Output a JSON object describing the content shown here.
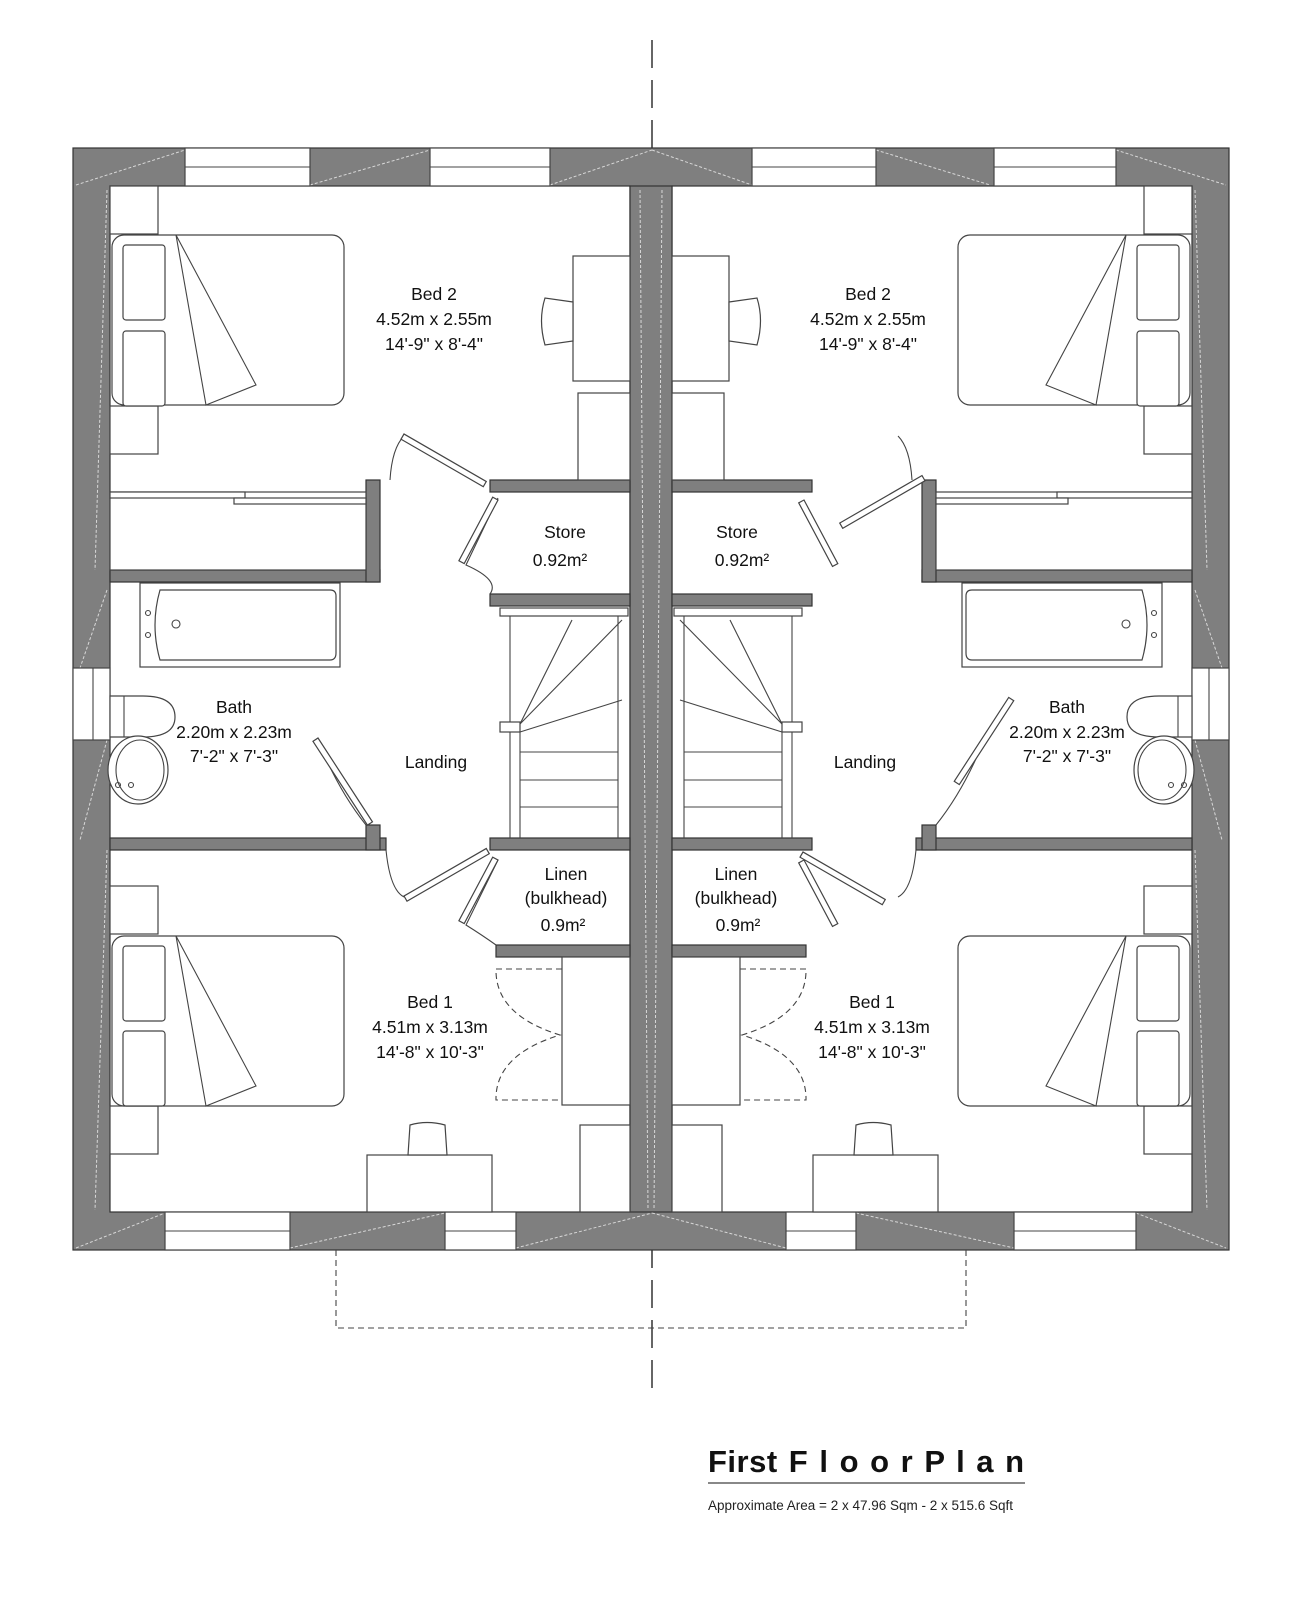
{
  "plan": {
    "title": "First F l o o r P l a n",
    "area_note": "Approximate Area = 2 x 47.96 Sqm - 2 x 515.6 Sqft",
    "wall_color": "#7f7f7f",
    "line_color": "#333333"
  },
  "units": {
    "left": {
      "bed2": {
        "name": "Bed 2",
        "metric": "4.52m x 2.55m",
        "imperial": "14'-9\" x 8'-4\""
      },
      "store": {
        "name": "Store",
        "area": "0.92m²"
      },
      "bath": {
        "name": "Bath",
        "metric": "2.20m x 2.23m",
        "imperial": "7'-2\" x 7'-3\""
      },
      "landing": {
        "name": "Landing"
      },
      "linen": {
        "name": "Linen",
        "sub": "(bulkhead)",
        "area": "0.9m²"
      },
      "bed1": {
        "name": "Bed 1",
        "metric": "4.51m x 3.13m",
        "imperial": "14'-8\" x 10'-3\""
      }
    },
    "right": {
      "bed2": {
        "name": "Bed 2",
        "metric": "4.52m x 2.55m",
        "imperial": "14'-9\" x 8'-4\""
      },
      "store": {
        "name": "Store",
        "area": "0.92m²"
      },
      "bath": {
        "name": "Bath",
        "metric": "2.20m x 2.23m",
        "imperial": "7'-2\" x 7'-3\""
      },
      "landing": {
        "name": "Landing"
      },
      "linen": {
        "name": "Linen",
        "sub": "(bulkhead)",
        "area": "0.9m²"
      },
      "bed1": {
        "name": "Bed 1",
        "metric": "4.51m x 3.13m",
        "imperial": "14'-8\" x 10'-3\""
      }
    }
  }
}
